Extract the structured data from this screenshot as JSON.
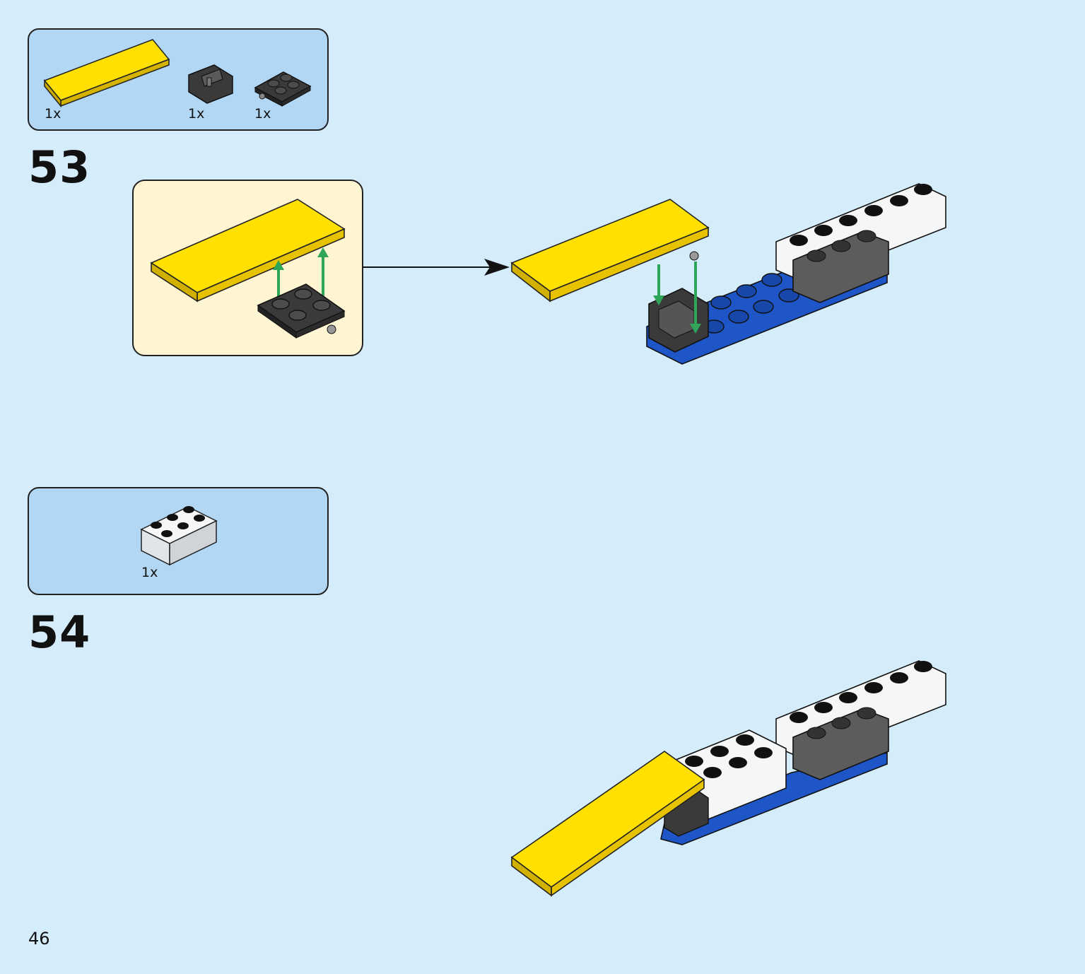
{
  "page_number": "46",
  "steps": [
    {
      "number": "53",
      "parts": [
        {
          "quantity": "1x",
          "part": "yellow-tile-2x6",
          "color": "#ffe000"
        },
        {
          "quantity": "1x",
          "part": "dark-hinge-brick",
          "color": "#3a3a3a"
        },
        {
          "quantity": "1x",
          "part": "dark-plate-2x2-with-pins",
          "color": "#3a3a3a"
        }
      ]
    },
    {
      "number": "54",
      "parts": [
        {
          "quantity": "1x",
          "part": "white-brick-2x3",
          "color": "#ffffff"
        }
      ]
    }
  ],
  "colors": {
    "page_background": "#d5ecfb",
    "parts_box": "#b2d7f4",
    "callout": "#fff5d2",
    "yellow": "#ffe000",
    "blue": "#1e56c8",
    "dark_gray": "#3a3a3a",
    "arrow_green": "#2fa55a"
  }
}
